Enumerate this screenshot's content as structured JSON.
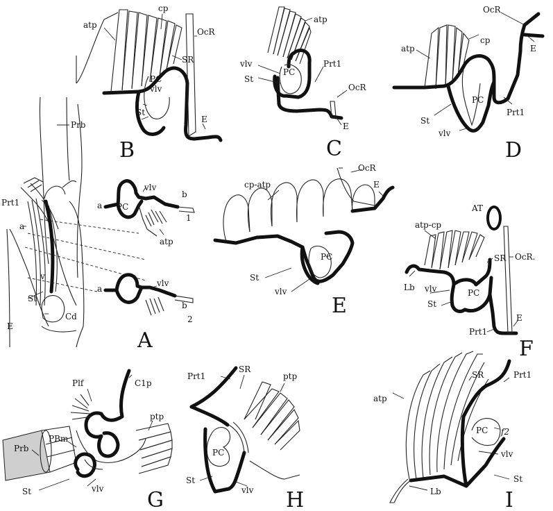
{
  "panels": {
    "A": {
      "letter": "A",
      "labels": {
        "prb": "Prb",
        "prt1": "Prt1",
        "a": "a",
        "v": "v",
        "st": "St",
        "cd": "Cd",
        "e": "E"
      },
      "inset1": {
        "a": "a",
        "pc": "PC",
        "vlv": "vlv",
        "b": "b",
        "num": "1",
        "atp": "atp"
      },
      "inset2": {
        "a": "a",
        "vlv": "vlv",
        "b": "b",
        "num": "2"
      }
    },
    "B": {
      "letter": "B",
      "labels": {
        "cp": "cp",
        "atp": "atp",
        "ocr": "OcR",
        "sr": "SR",
        "pc": "PC",
        "vlv": "vlv",
        "st": "St",
        "e": "E"
      }
    },
    "C": {
      "letter": "C",
      "labels": {
        "atp": "atp",
        "vlv": "vlv",
        "pc": "PC",
        "prt1": "Prt1",
        "st": "St",
        "ocr": "OcR",
        "e": "E"
      }
    },
    "D": {
      "letter": "D",
      "labels": {
        "ocr": "OcR",
        "cp": "cp",
        "atp": "atp",
        "e": "E",
        "pc": "PC",
        "st": "St",
        "prt1": "Prt1",
        "vlv": "vlv"
      }
    },
    "E": {
      "letter": "E",
      "labels": {
        "cpatp": "cp-atp",
        "ocr": "OcR",
        "e": "E",
        "pc": "PC",
        "st": "St",
        "vlv": "vlv"
      }
    },
    "F": {
      "letter": "F",
      "labels": {
        "at": "AT",
        "atpcp": "atp-cp",
        "ocr": "OcR.",
        "sr": "SR",
        "lb": "Lb",
        "vlv": "vlv",
        "pc": "PC",
        "st": "St",
        "e": "E",
        "prt1": "Prt1"
      }
    },
    "G": {
      "letter": "G",
      "labels": {
        "c1p": "C1p",
        "plf": "Plf",
        "ptp": "ptp",
        "prb": "Prb",
        "pbm": "PBm",
        "st": "St",
        "vlv": "vlv"
      }
    },
    "H": {
      "letter": "H",
      "labels": {
        "prt1": "Prt1",
        "sr": "SR",
        "ptp": "ptp",
        "pc": "PC",
        "st": "St",
        "vlv": "vlv"
      }
    },
    "I": {
      "letter": "I",
      "labels": {
        "atp": "atp",
        "sr": "SR",
        "prt1": "Prt1",
        "pc": "PC",
        "f2": "f2",
        "vlv": "vlv",
        "st": "St",
        "lb": "Lb"
      }
    }
  }
}
